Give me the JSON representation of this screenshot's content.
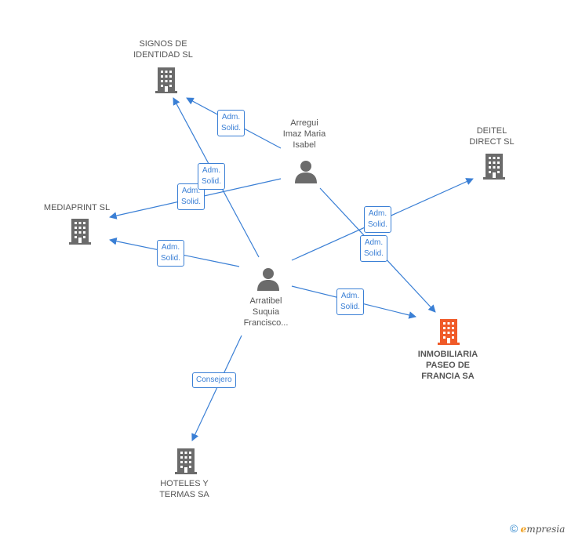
{
  "nodes": {
    "signos": {
      "label": [
        "SIGNOS DE",
        "IDENTIDAD SL"
      ],
      "type": "company"
    },
    "deitel": {
      "label": [
        "DEITEL",
        "DIRECT SL"
      ],
      "type": "company"
    },
    "mediaprint": {
      "label": [
        "MEDIAPRINT SL"
      ],
      "type": "company"
    },
    "inmobiliaria": {
      "label": [
        "INMOBILIARIA",
        "PASEO DE",
        "FRANCIA SA"
      ],
      "type": "company-main"
    },
    "hoteles": {
      "label": [
        "HOTELES Y",
        "TERMAS SA"
      ],
      "type": "company"
    },
    "arregui": {
      "label": [
        "Arregui",
        "Imaz Maria",
        "Isabel"
      ],
      "type": "person"
    },
    "arratibel": {
      "label": [
        "Arratibel",
        "Suquia",
        "Francisco..."
      ],
      "type": "person"
    }
  },
  "edges": [
    {
      "from": "arregui",
      "to": "signos",
      "label": [
        "Adm.",
        "Solid."
      ]
    },
    {
      "from": "arregui",
      "to": "mediaprint",
      "label": [
        "Adm.",
        "Solid."
      ]
    },
    {
      "from": "arregui",
      "to": "inmobiliaria",
      "label": [
        "Adm.",
        "Solid."
      ]
    },
    {
      "from": "arratibel",
      "to": "signos",
      "label": [
        "Adm.",
        "Solid."
      ]
    },
    {
      "from": "arratibel",
      "to": "mediaprint",
      "label": [
        "Adm.",
        "Solid."
      ]
    },
    {
      "from": "arratibel",
      "to": "deitel",
      "label": [
        "Adm.",
        "Solid."
      ]
    },
    {
      "from": "arratibel",
      "to": "inmobiliaria",
      "label": [
        "Adm.",
        "Solid."
      ]
    },
    {
      "from": "arratibel",
      "to": "hoteles",
      "label": [
        "Consejero"
      ]
    }
  ],
  "colors": {
    "edge": "#3a7fd5",
    "company_icon": "#6b6b6b",
    "main_company_icon": "#f05a28",
    "person_icon": "#6b6b6b",
    "label_text": "#555555"
  },
  "footer": {
    "copyright": "©",
    "brand_first": "e",
    "brand_rest": "mpresia"
  }
}
